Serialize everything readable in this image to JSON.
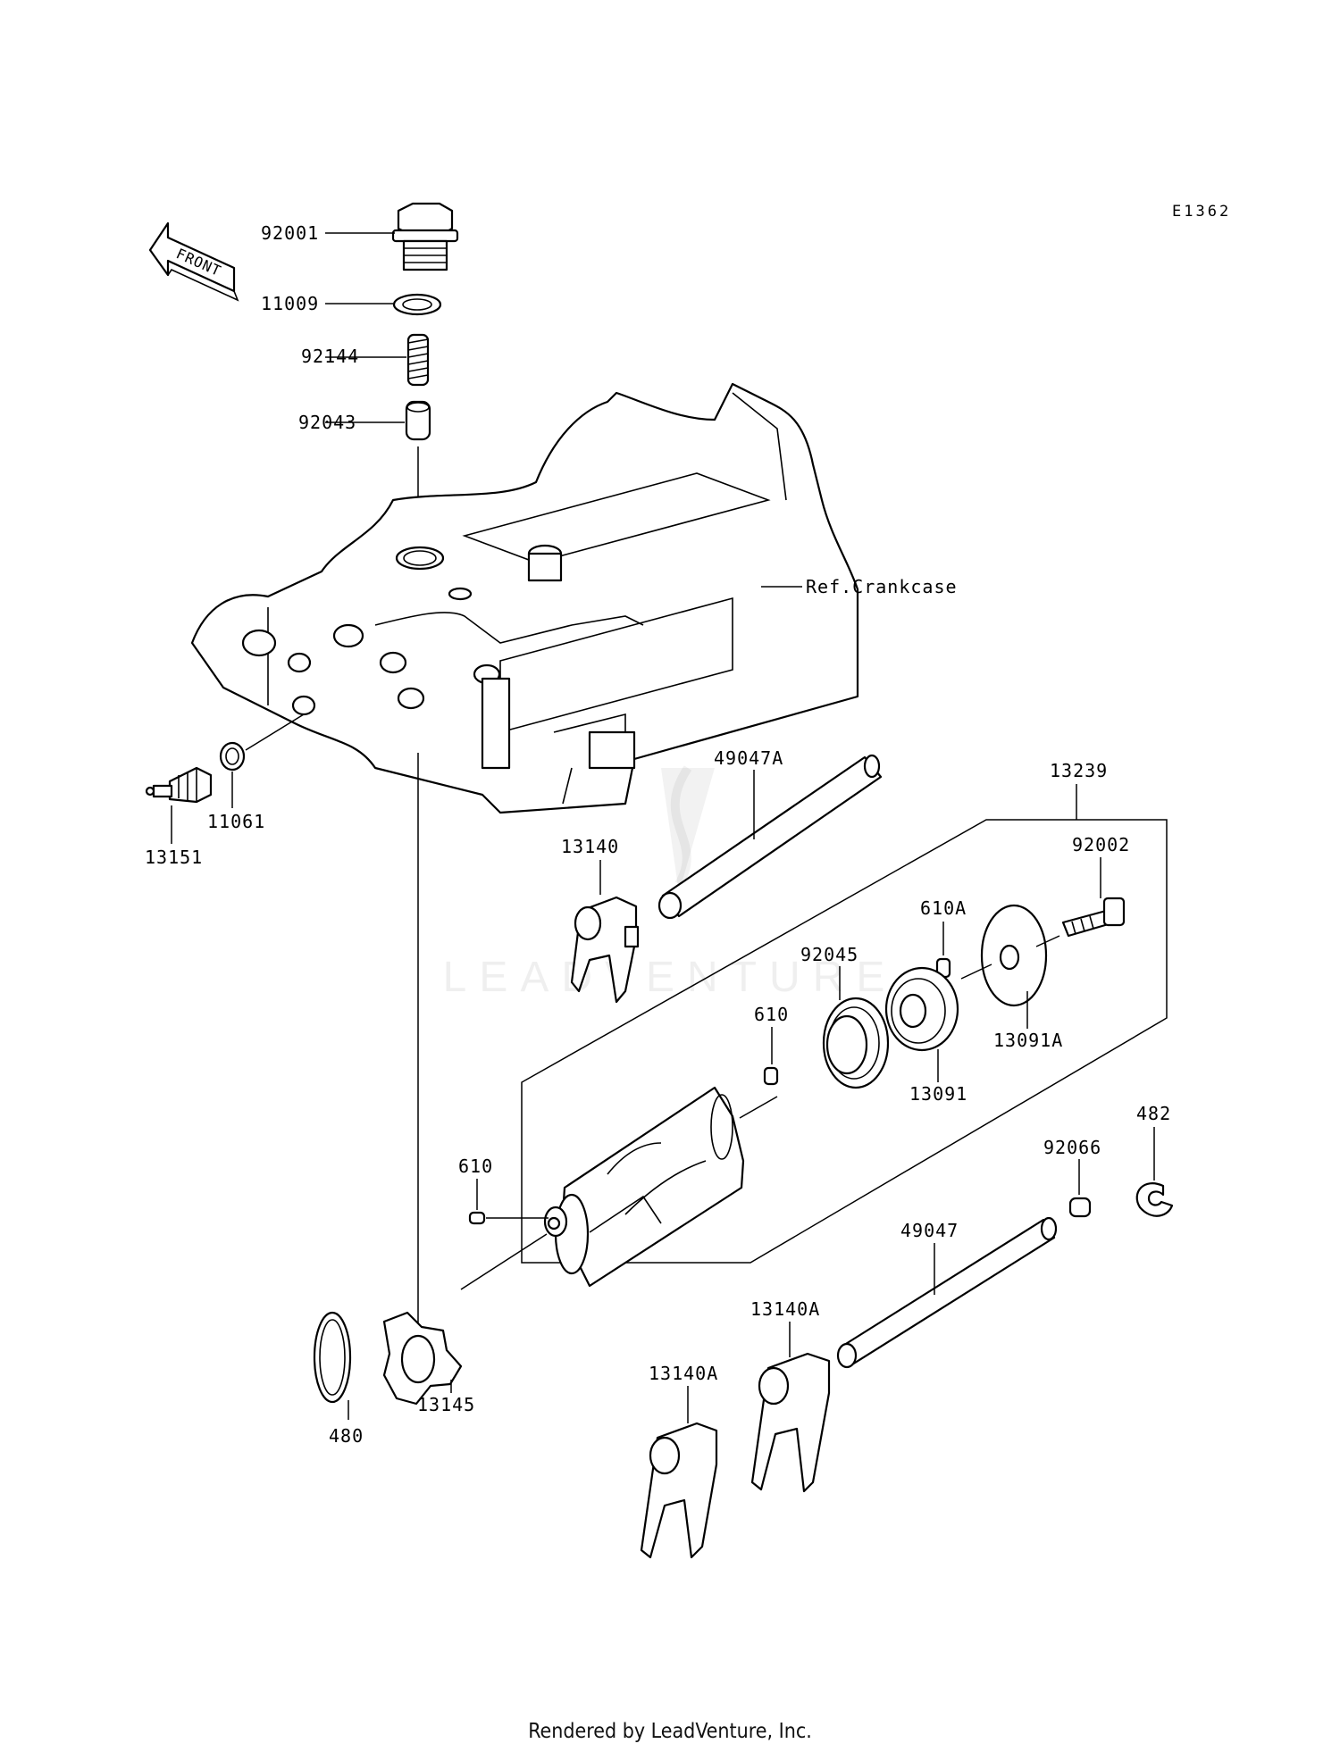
{
  "diagram_code": "E1362",
  "front_label": "FRONT",
  "ref_label": "Ref.Crankcase",
  "watermark": "LEADVENTURE",
  "footer": "Rendered by LeadVenture, Inc.",
  "parts": {
    "p92001": "92001",
    "p11009": "11009",
    "p92144": "92144",
    "p92043": "92043",
    "p11061": "11061",
    "p13151": "13151",
    "p49047A": "49047A",
    "p13239": "13239",
    "p13140": "13140",
    "p92002": "92002",
    "p610A": "610A",
    "p92045": "92045",
    "p610_top": "610",
    "p13091": "13091",
    "p13091A": "13091A",
    "p482": "482",
    "p92066": "92066",
    "p610_left": "610",
    "p49047": "49047",
    "p13140A_right": "13140A",
    "p13140A_left": "13140A",
    "p13145": "13145",
    "p480": "480"
  }
}
